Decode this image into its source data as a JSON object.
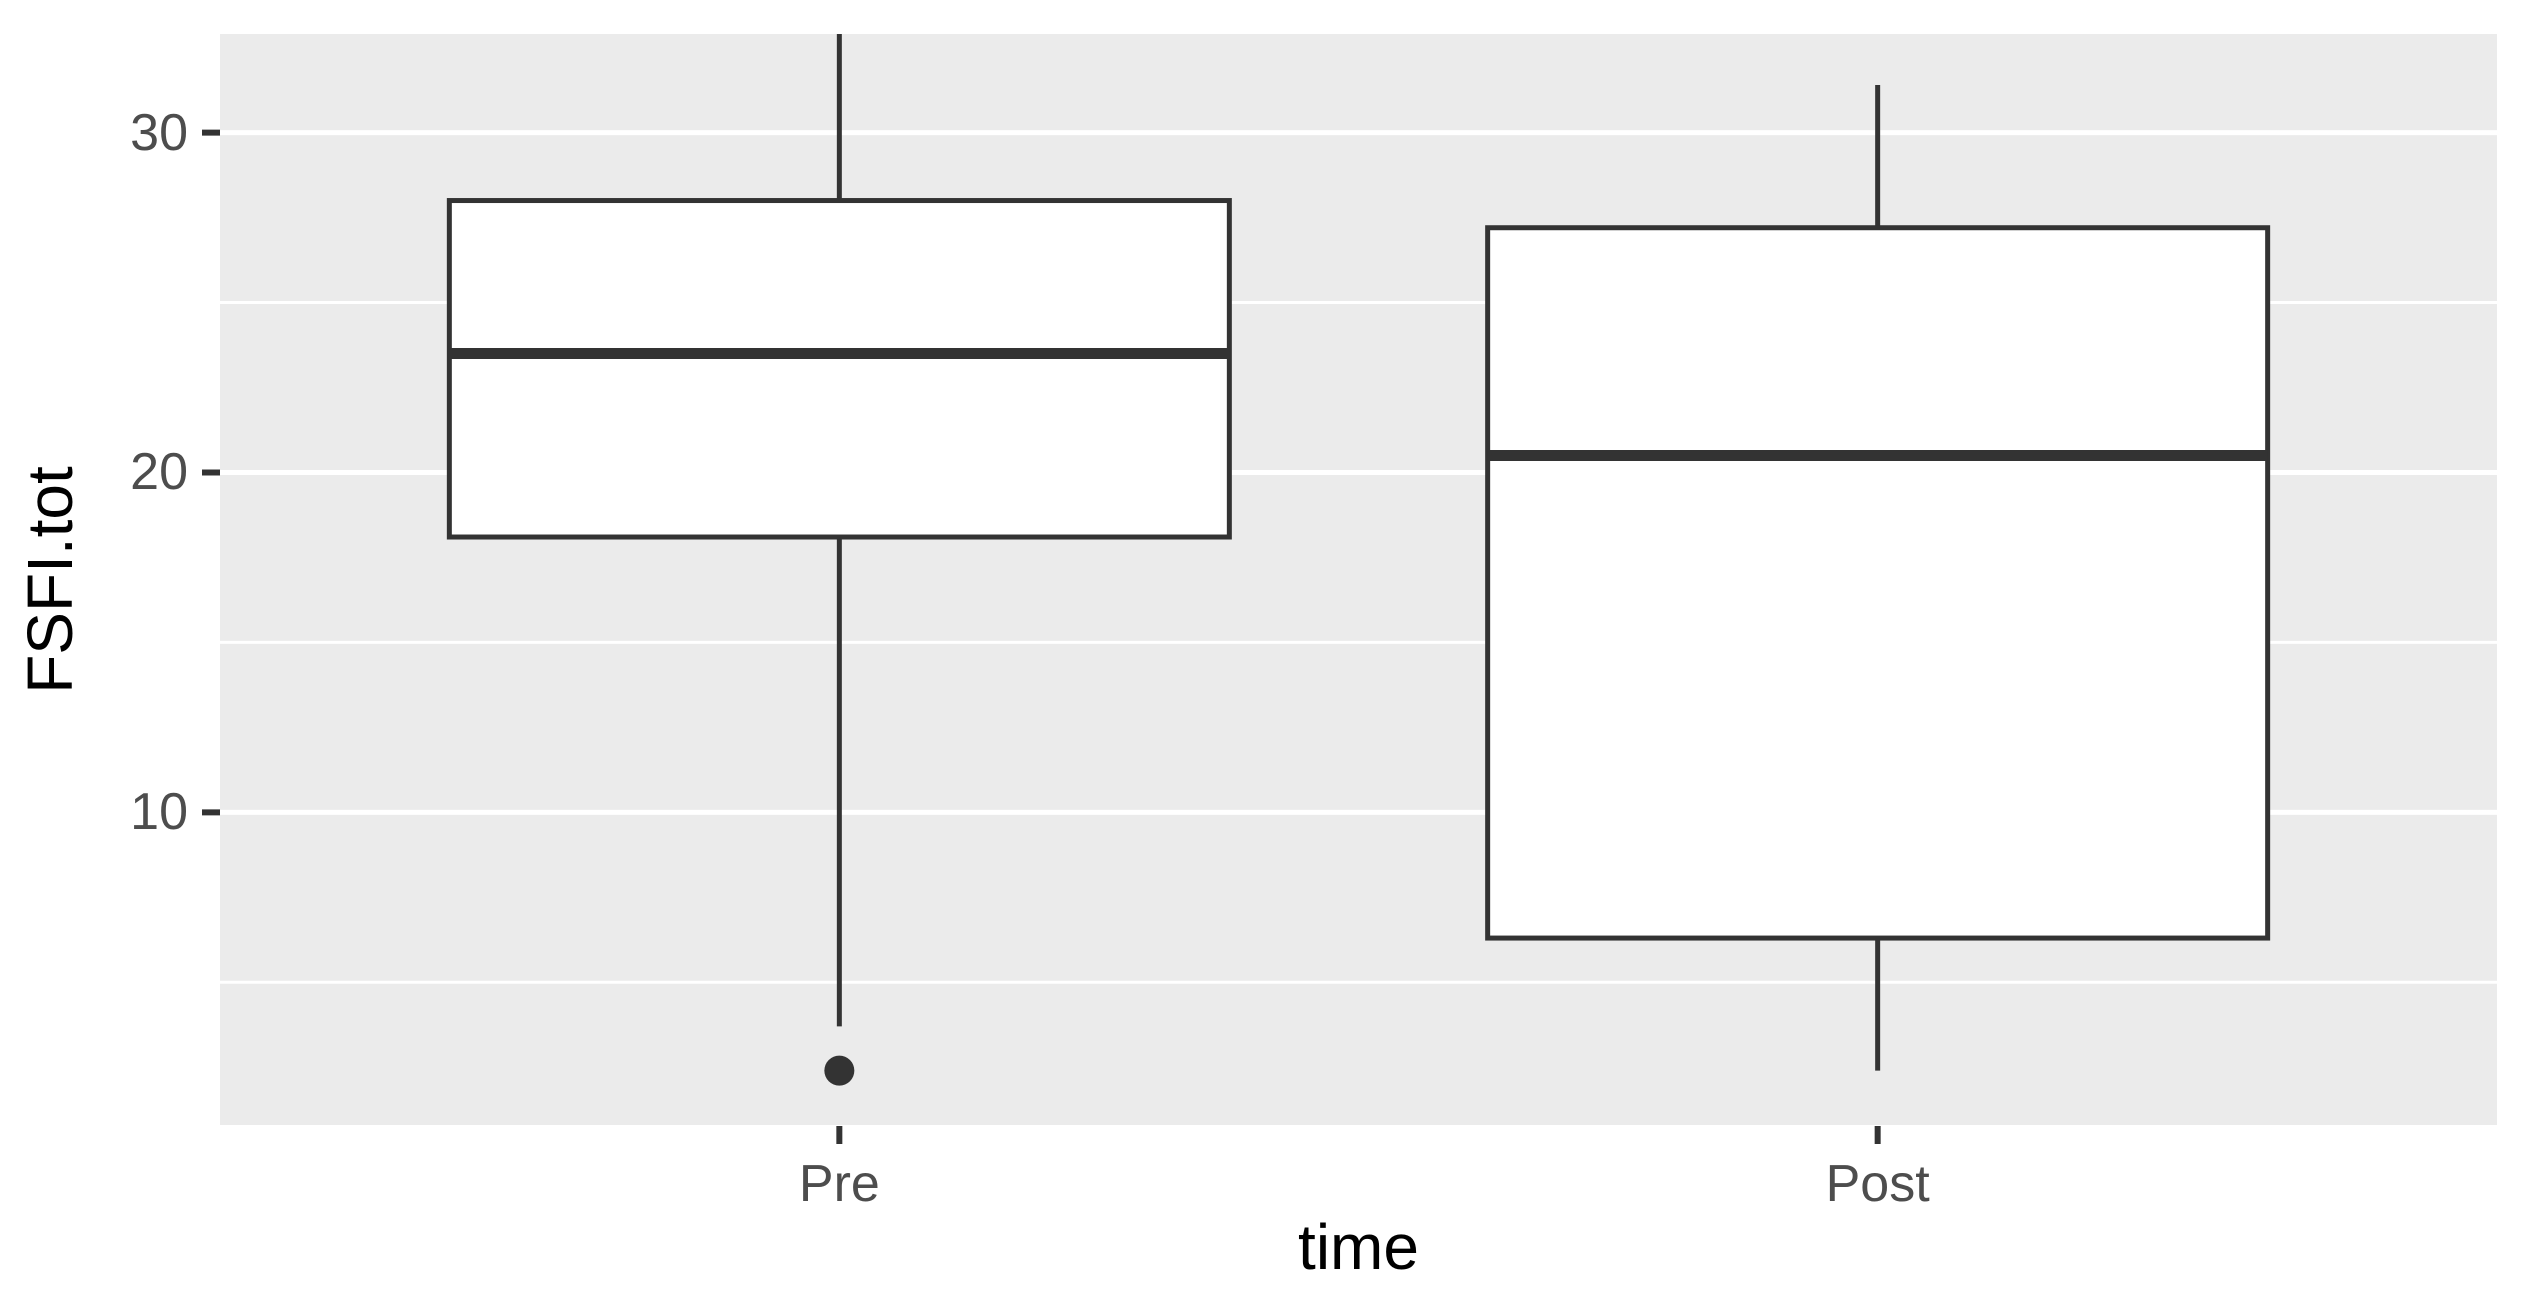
{
  "figure": {
    "background": "#FFFFFF",
    "description": "ggplot2-style boxplot of FSFI.tot by time (Pre vs Post)"
  },
  "chart_data": {
    "type": "boxplot",
    "title": "",
    "xlabel": "time",
    "ylabel": "FSFI.tot",
    "categories": [
      "Pre",
      "Post"
    ],
    "x_tick_labels": [
      "Pre",
      "Post"
    ],
    "y_tick_labels": [
      "10",
      "20",
      "30"
    ],
    "yticks": [
      10,
      20,
      30
    ],
    "minor_gridlines": [
      5,
      15,
      25
    ],
    "ylim": [
      0.8,
      32.9
    ],
    "grid": true,
    "legend_position": "none",
    "series": [
      {
        "category": "Pre",
        "whisker_low": 3.7,
        "q1": 18.1,
        "median": 23.5,
        "q3": 28.0,
        "whisker_high": 33.0,
        "whisker_high_clipped_at_top": true,
        "outliers": [
          2.4
        ]
      },
      {
        "category": "Post",
        "whisker_low": 2.4,
        "q1": 6.3,
        "median": 20.5,
        "q3": 27.2,
        "whisker_high": 31.4,
        "whisker_high_clipped_at_top": false,
        "outliers": []
      }
    ],
    "colors": {
      "panel_background": "#EBEBEB",
      "gridline": "#FFFFFF",
      "box_stroke": "#333333",
      "box_fill": "#FFFFFF",
      "median_stroke": "#333333",
      "outlier_fill": "#333333",
      "tick_mark": "#333333",
      "tick_label": "#4D4D4D",
      "axis_title": "#000000"
    }
  }
}
